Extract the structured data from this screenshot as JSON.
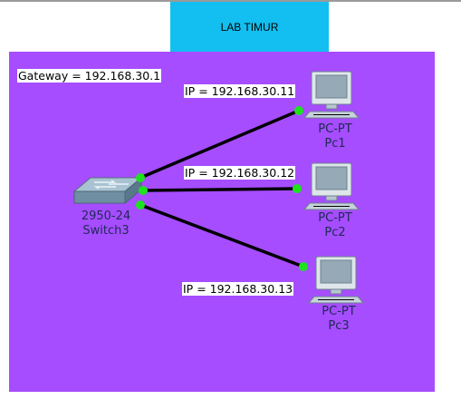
{
  "colors": {
    "zone": "#a64dff",
    "title_bg": "#12bff0",
    "link": "#000000",
    "port_up": "#1ee21e"
  },
  "header": {
    "title": "LAB TIMUR"
  },
  "gateway_label": "Gateway = 192.168.30.1",
  "switch": {
    "model": "2950-24",
    "name": "Switch3",
    "icon": "switch-icon"
  },
  "pcs": [
    {
      "model": "PC-PT",
      "name": "Pc1",
      "ip_label": "IP = 192.168.30.11",
      "icon": "desktop-pc-icon"
    },
    {
      "model": "PC-PT",
      "name": "Pc2",
      "ip_label": "IP = 192.168.30.12",
      "icon": "desktop-pc-icon"
    },
    {
      "model": "PC-PT",
      "name": "Pc3",
      "ip_label": "IP = 192.168.30.13",
      "icon": "desktop-pc-icon"
    }
  ]
}
